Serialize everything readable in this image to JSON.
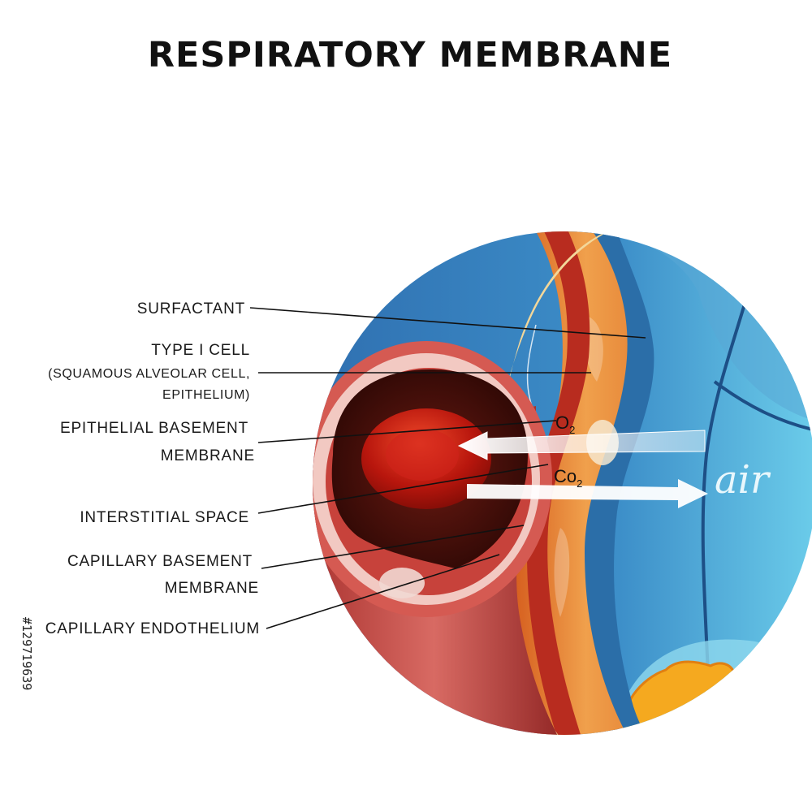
{
  "title": "RESPIRATORY MEMBRANE",
  "labels": {
    "surfactant": "SURFACTANT",
    "type1_cell": "TYPE I CELL",
    "type1_cell_detail_1": "(SQUAMOUS ALVEOLAR CELL,",
    "type1_cell_detail_2": "EPITHELIUM)",
    "epithelial_bm_1": "EPITHELIAL BASEMENT",
    "epithelial_bm_2": "MEMBRANE",
    "interstitial": "INTERSTITIAL SPACE",
    "capillary_bm_1": "CAPILLARY BASEMENT",
    "capillary_bm_2": "MEMBRANE",
    "capillary_endo": "CAPILLARY ENDOTHELIUM"
  },
  "gases": {
    "o2_main": "O",
    "o2_sub": "2",
    "co2_main": "Co",
    "co2_sub": "2"
  },
  "air_label": "air",
  "side_text": "#129719639",
  "colors": {
    "blood_vessel": "#c2443f",
    "lumen": "#3a0c08",
    "rbc": "#c0180f",
    "interstitial": "#f3d79a",
    "epithelium": "#e88a3a",
    "alveolar_air": "#4a8cc4",
    "surfactant_blob": "#f5a91f"
  }
}
